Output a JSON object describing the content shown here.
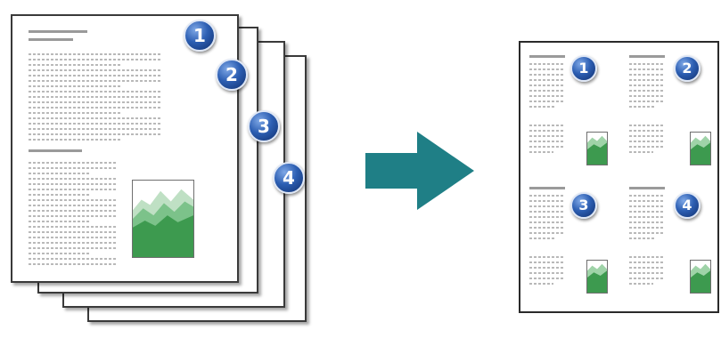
{
  "diagram": {
    "source_pages": [
      {
        "number": "1"
      },
      {
        "number": "2"
      },
      {
        "number": "3"
      },
      {
        "number": "4"
      }
    ],
    "result_cells": [
      {
        "number": "1"
      },
      {
        "number": "2"
      },
      {
        "number": "3"
      },
      {
        "number": "4"
      }
    ],
    "arrow_color": "#1f7f86",
    "badge_color": "#2d5fb3",
    "picture_color": "#3d9a4f",
    "icons": {
      "arrow": "right-arrow-icon",
      "picture": "chart-picture-icon"
    }
  }
}
